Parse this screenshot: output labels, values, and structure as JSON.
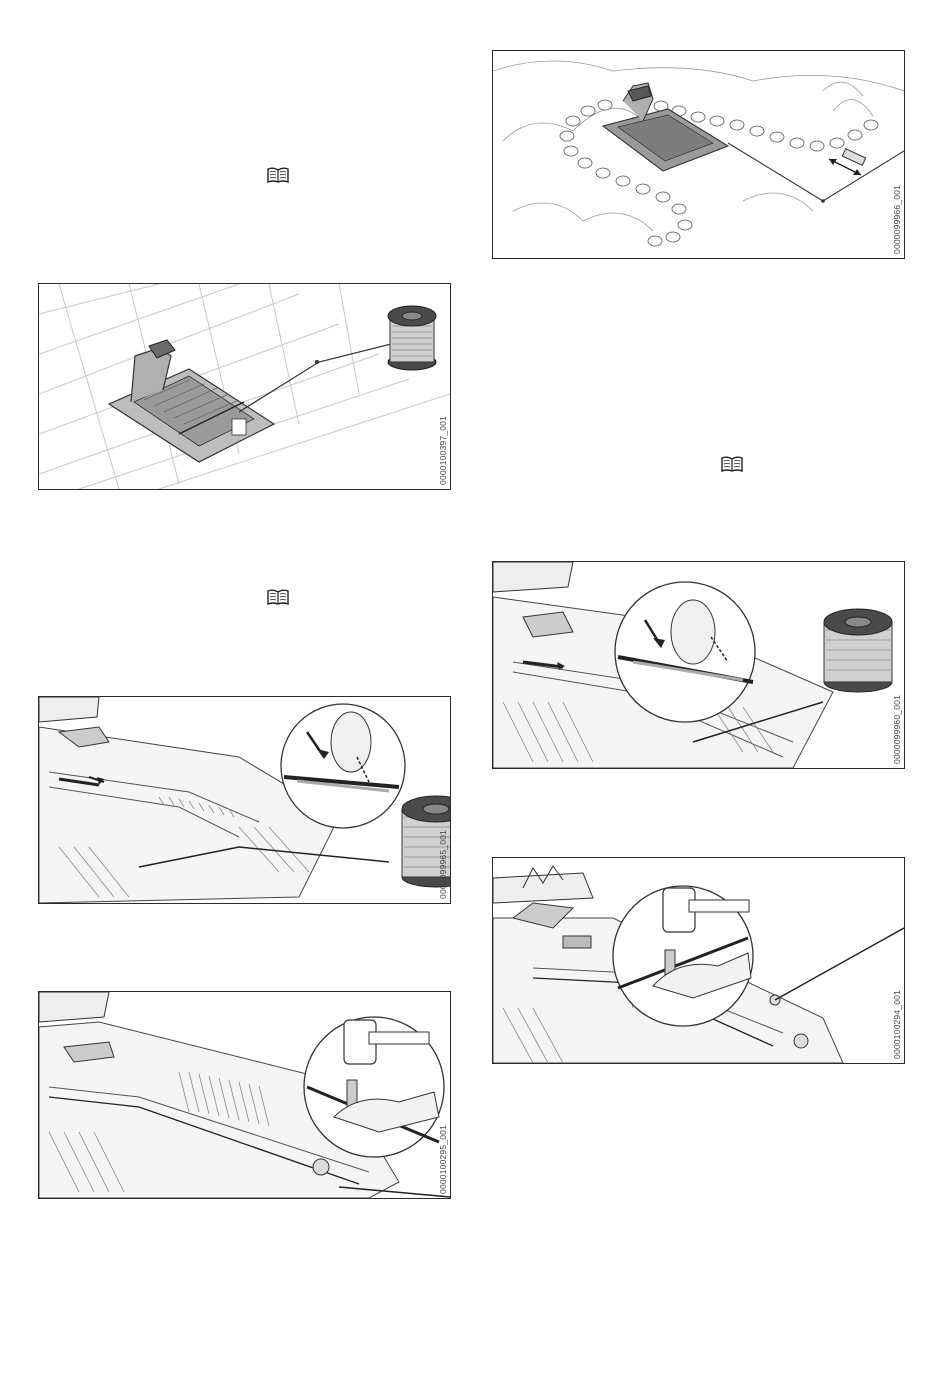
{
  "figures": [
    {
      "id": "fig-station-tiles",
      "code": "0000100397_001"
    },
    {
      "id": "fig-wire-threading-left",
      "code": "0000099965_001"
    },
    {
      "id": "fig-hammer-peg-left",
      "code": "0000100295_001"
    },
    {
      "id": "fig-garden-overview",
      "code": "0000099966_001"
    },
    {
      "id": "fig-wire-threading-right",
      "code": "0000099960_001"
    },
    {
      "id": "fig-hammer-peg-right",
      "code": "0000100294_001"
    }
  ],
  "icons": {
    "manual_ref": "book-icon"
  }
}
